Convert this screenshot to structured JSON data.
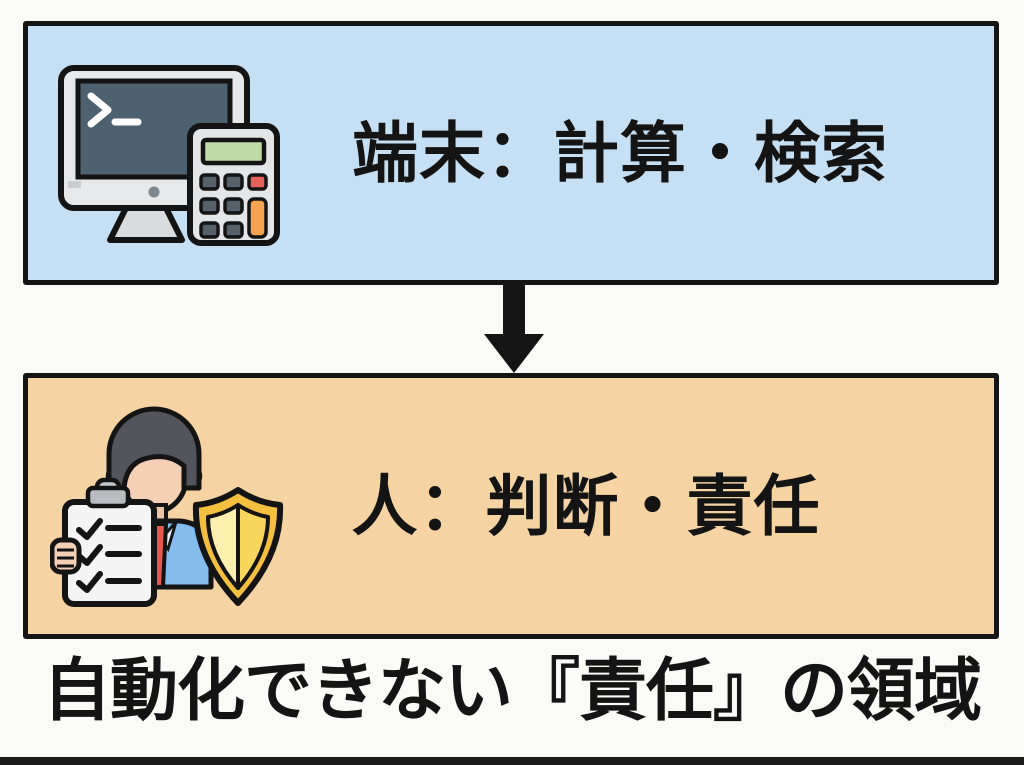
{
  "diagram": {
    "caption": "自動化できない『責任』の領域",
    "arrow": {
      "direction": "down",
      "color": "#141414"
    },
    "boxes": [
      {
        "id": "terminal",
        "label": "端末：計算・検索",
        "bg_color": "#C5E0F5",
        "border_color": "#141414",
        "icons": [
          "terminal-monitor-icon",
          "calculator-icon"
        ]
      },
      {
        "id": "human",
        "label": "人：判断・責任",
        "bg_color": "#F6D3A3",
        "border_color": "#141414",
        "icons": [
          "person-checklist-icon",
          "shield-icon"
        ]
      }
    ],
    "colors": {
      "page_background": "#FAFAF7",
      "screen": "#4D6270",
      "calculator_display": "#BFDCA8",
      "calculator_red_key": "#E8605A",
      "calculator_orange_key": "#F5A351",
      "shirt_blue": "#85BCEE",
      "tie_red": "#E8574D",
      "shield_gold": "#F4BE3E",
      "skin": "#F6D0B5"
    }
  }
}
